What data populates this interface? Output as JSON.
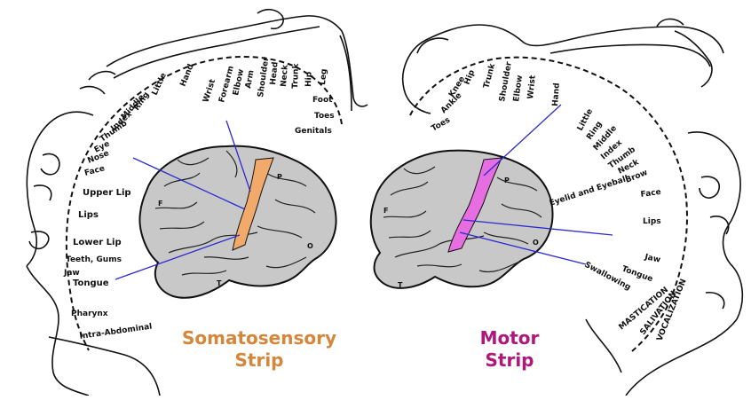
{
  "somatosensory": {
    "labels_radial": [
      "Little",
      "Hand",
      "Wrist",
      "Forearm",
      "Elbow",
      "Arm",
      "Shoulder",
      "Head",
      "Neck",
      "Trunk",
      "Hip",
      "Leg"
    ],
    "labels_foot": [
      "Foot",
      "Toes",
      "Genitals"
    ],
    "labels_face": [
      "Ring",
      "Middle",
      "Index",
      "Thumb",
      "Eye",
      "Nose",
      "Face",
      "Upper Lip",
      "Lips",
      "Lower Lip",
      "Teeth, Gums",
      "Jaw",
      "Tongue",
      "Pharynx",
      "Intra-Abdominal"
    ],
    "caption_line1": "Somatosensory",
    "caption_line2": "Strip",
    "caption_color": "#d4863a",
    "strip_color": "#f2aa6a"
  },
  "motor": {
    "labels_radial": [
      "Toes",
      "Ankle",
      "Knee",
      "Hip",
      "Trunk",
      "Shoulder",
      "Elbow",
      "Wrist",
      "Hand"
    ],
    "labels_face": [
      "Little",
      "Ring",
      "Middle",
      "Index",
      "Thumb",
      "Neck",
      "Brow",
      "Eyelid and Eyeball",
      "Face",
      "Lips",
      "Jaw",
      "Tongue",
      "Swallowing"
    ],
    "labels_arc": [
      "MASTICATION",
      "SALIVATION",
      "VOCALIZATION"
    ],
    "caption_line1": "Motor",
    "caption_line2": "Strip",
    "caption_color": "#b0177a",
    "strip_color": "#e66ee0"
  },
  "lobe_letters": [
    "F",
    "P",
    "O",
    "T"
  ],
  "colors": {
    "brain": "#c8c8c8",
    "pointer": "#2b2bd0",
    "outline": "#111111"
  }
}
